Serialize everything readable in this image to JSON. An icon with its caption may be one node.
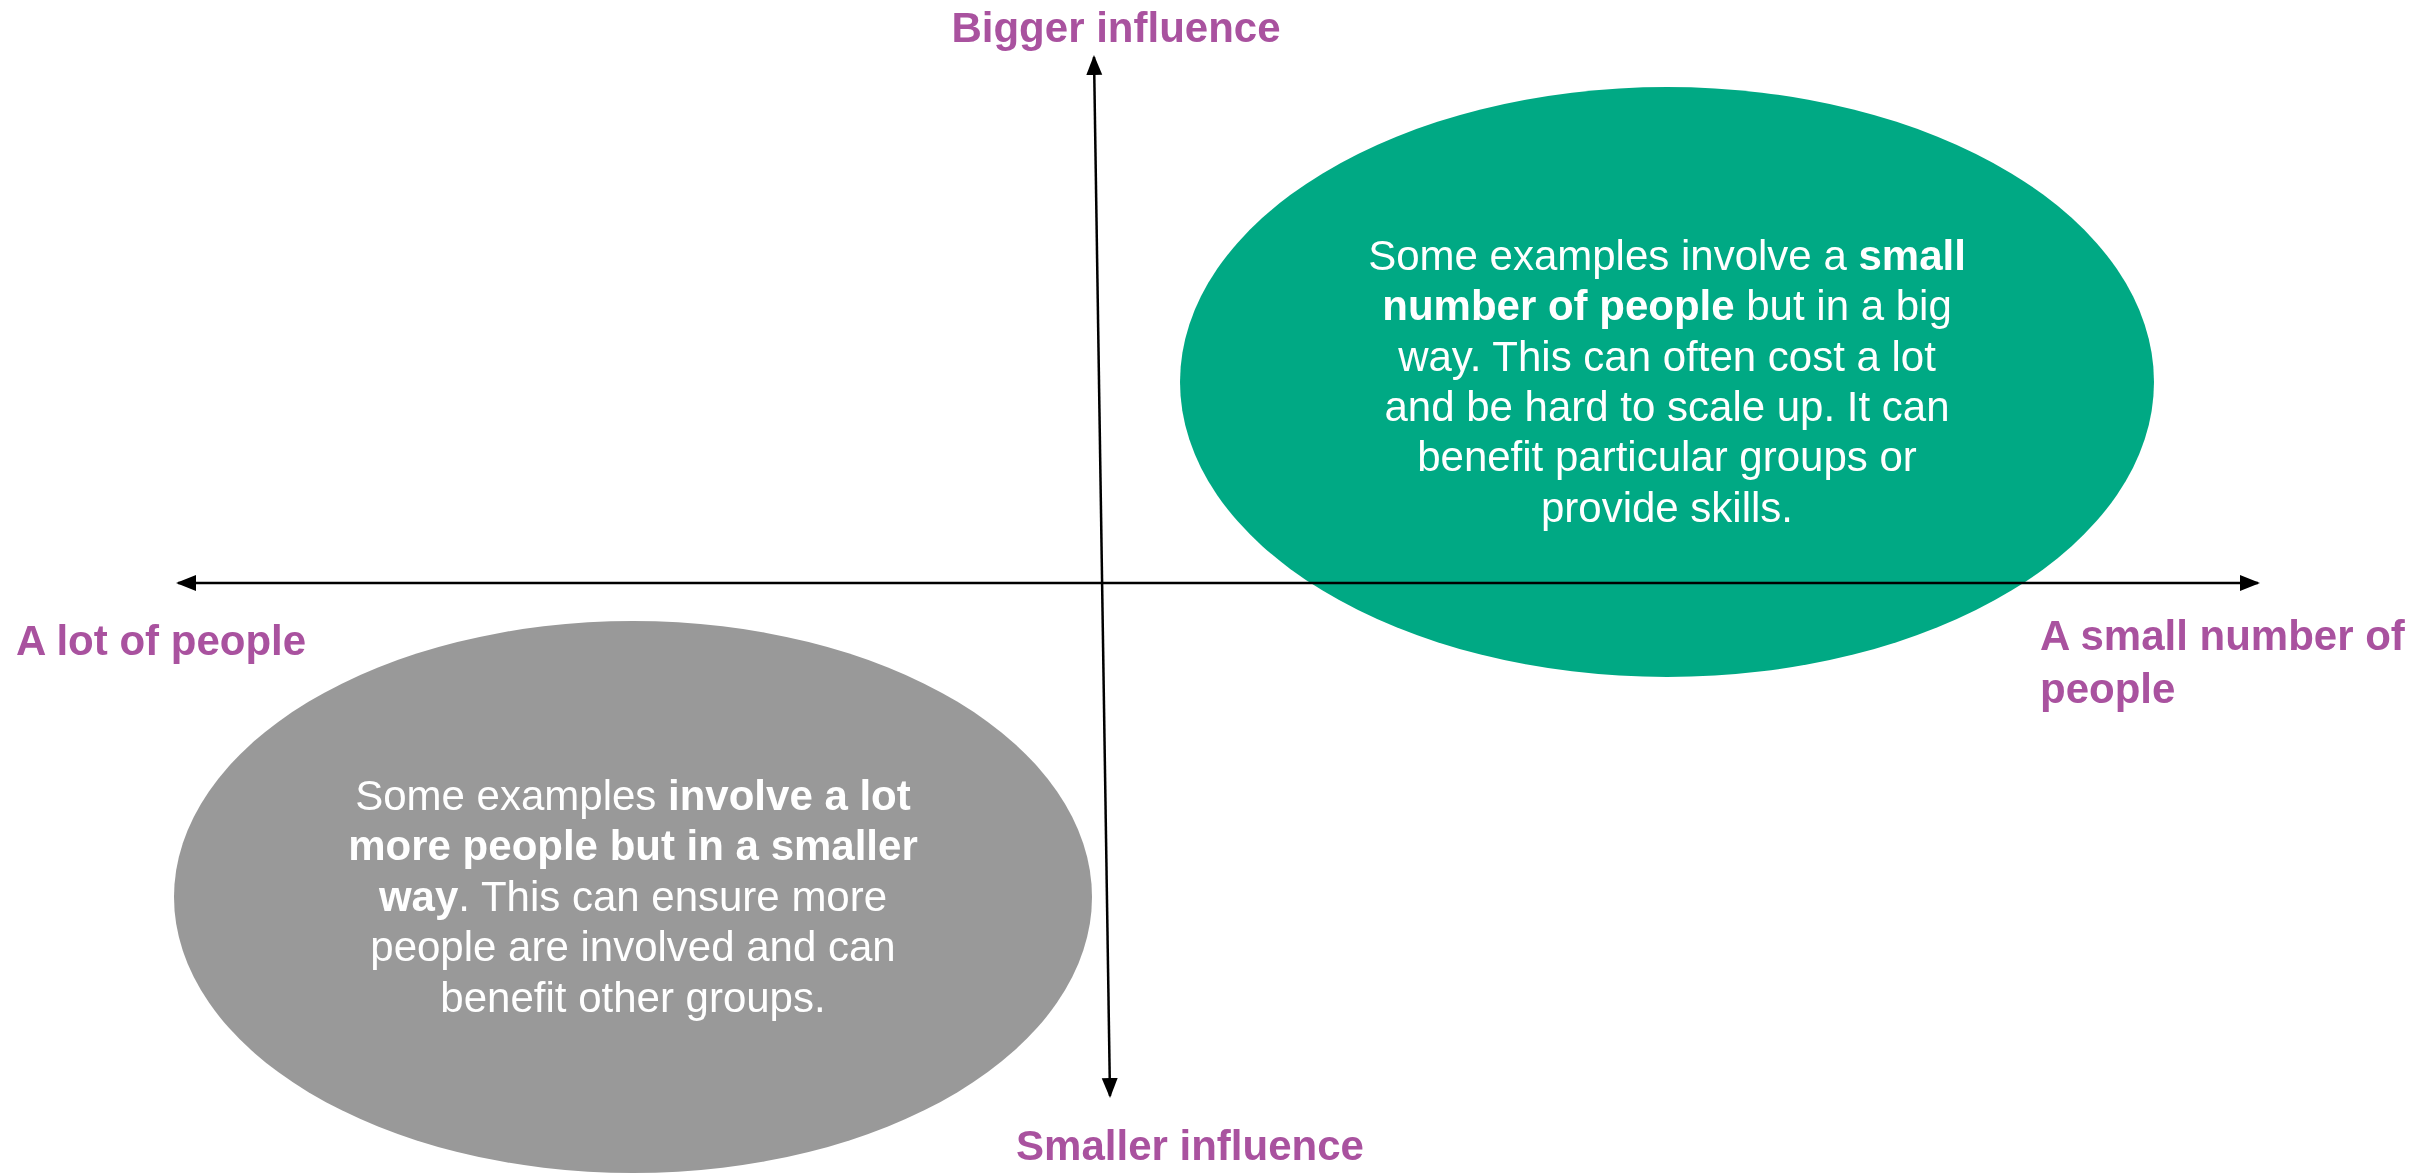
{
  "diagram": {
    "nodes": [
      {
        "text": [
          "Some examples involve a **small number of people** but in a big way. This can often cost a lot and be hard to scale up. It can benefit particular groups or provide skills."
        ]
      },
      {
        "text": [
          "Some examples **involve a lot more people but in a smaller way**. This can ensure more people are involved and can benefit other groups."
        ]
      }
    ],
    "labels": [
      "Bigger influence",
      "A lot of people",
      "A small number of people",
      "Smaller influence"
    ]
  }
}
